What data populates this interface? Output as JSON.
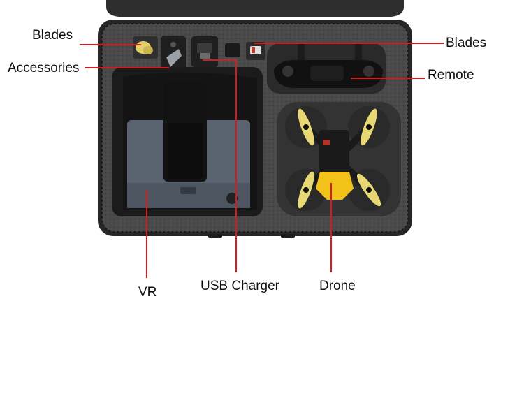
{
  "labels": {
    "blades_left": "Blades",
    "accessories": "Accessories",
    "blades_right": "Blades",
    "remote": "Remote",
    "vr": "VR",
    "usb_charger": "USB Charger",
    "drone": "Drone"
  },
  "colors": {
    "leader_line": "#d91a1a",
    "case_shell": "#2a2a2a",
    "foam": "#4a4a4a",
    "blade_yellow": "#e8d775",
    "drone_body_yellow": "#f2c21b",
    "vr_body": "#5a6470"
  },
  "icons": {
    "case": "carry-case-icon",
    "drone": "drone-icon",
    "vr_headset": "vr-headset-icon",
    "remote": "remote-controller-icon"
  }
}
